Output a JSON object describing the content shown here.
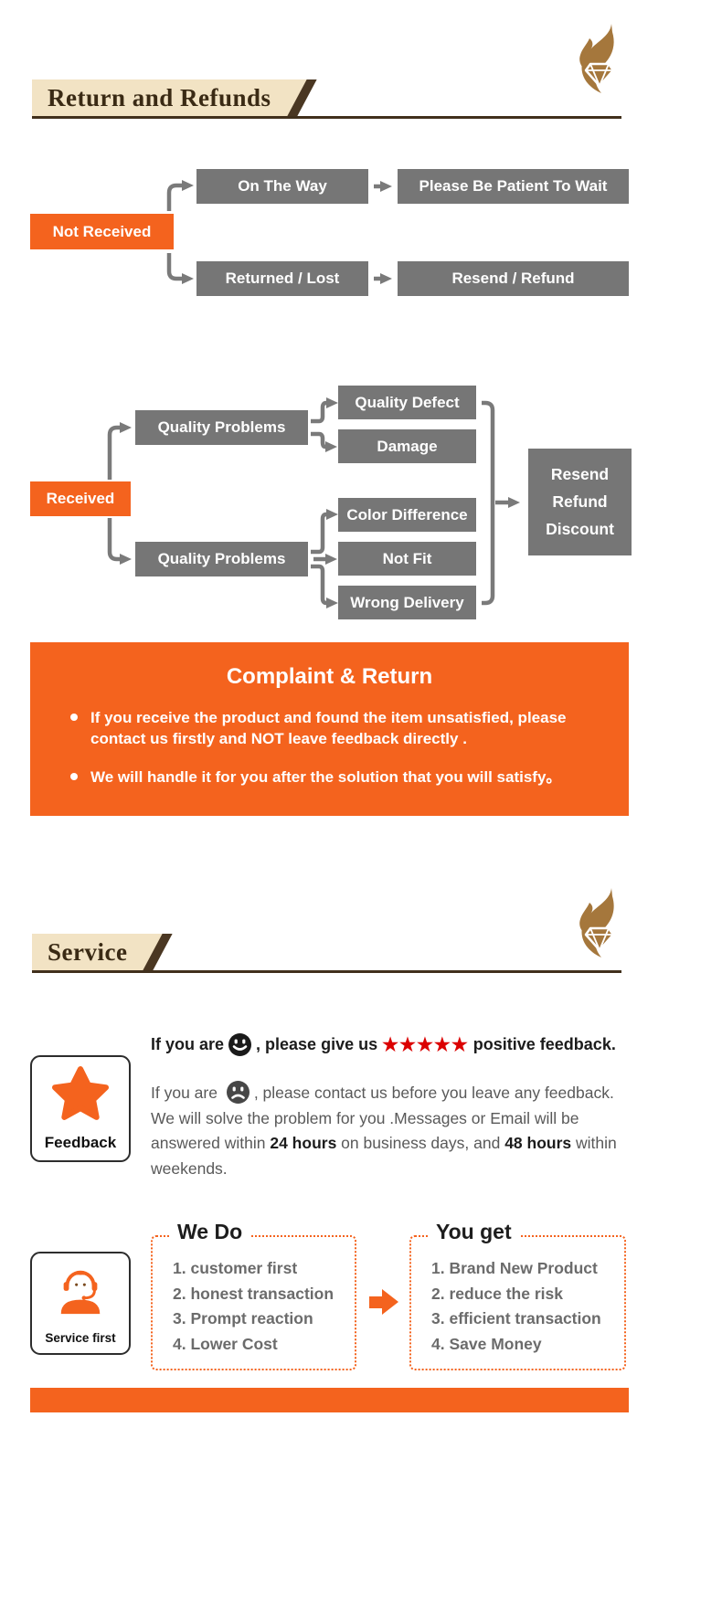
{
  "colors": {
    "orange": "#f4631e",
    "gray_box": "#767676",
    "beige": "#f2e3c4",
    "star_red": "#db0000",
    "logo_gold": "#a5773c"
  },
  "header1": {
    "title": "Return and Refunds"
  },
  "flow1": {
    "root": "Not Received",
    "rows": [
      {
        "from": "On The Way",
        "to": "Please Be Patient To Wait"
      },
      {
        "from": "Returned / Lost",
        "to": "Resend / Refund"
      }
    ]
  },
  "flow2": {
    "root": "Received",
    "branches": [
      {
        "label": "Quality Problems",
        "children": [
          "Quality Defect",
          "Damage"
        ]
      },
      {
        "label": "Quality Problems",
        "children": [
          "Color Difference",
          "Not Fit",
          "Wrong Delivery"
        ]
      }
    ],
    "result": [
      "Resend",
      "Refund",
      "Discount"
    ]
  },
  "complaint": {
    "title": "Complaint & Return",
    "bullets": [
      "If you receive the product and found the item unsatisfied, please contact us firstly and NOT leave feedback directly .",
      "We will handle it for you after the solution that you will satisfy。"
    ]
  },
  "header2": {
    "title": "Service"
  },
  "feedback": {
    "label": "Feedback",
    "line1": {
      "pre": "If you are",
      "mid": ", please give us",
      "stars": "★★★★★",
      "bold": "positive feedback."
    },
    "para": {
      "pre": "If you are ",
      "a": ", please contact us before you leave any feedback. We will solve the problem for you .Messages or Email will be answered within ",
      "b1": "24 hours",
      "m": " on business days, and ",
      "b2": "48 hours",
      "end": " within weekends."
    }
  },
  "service": {
    "label": "Service first",
    "we_do": {
      "title": "We Do",
      "items": [
        "1. customer first",
        "2. honest transaction",
        "3. Prompt reaction",
        "4. Lower Cost"
      ]
    },
    "you_get": {
      "title": "You get",
      "items": [
        "1. Brand New Product",
        "2. reduce the risk",
        "3. efficient transaction",
        "4. Save Money"
      ]
    }
  }
}
